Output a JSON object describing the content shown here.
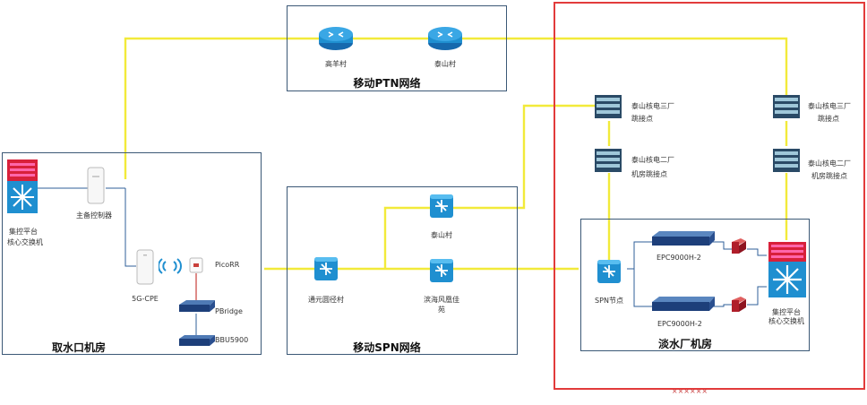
{
  "colors": {
    "link": "#f2ea3a",
    "frame": "#3b5876",
    "highlight": "#e23b3b",
    "device": "#1f8fd0",
    "red_device": "#d8203a",
    "fiber": "#c9403b"
  },
  "regions": {
    "ptn": {
      "title": "移动PTN网络"
    },
    "qushui": {
      "title": "取水口机房"
    },
    "spn": {
      "title": "移动SPN网络"
    },
    "danshui": {
      "title": "淡水厂机房"
    }
  },
  "nodes": {
    "router_gaoyang": {
      "label": "高羊村",
      "icon": "router-icon"
    },
    "router_taishan": {
      "label": "泰山村",
      "icon": "router-icon"
    },
    "core_switch_left": {
      "label_line1": "集控平台",
      "label_line2": "核心交换机",
      "icon": "core-switch-icon"
    },
    "main_controller": {
      "label": "主备控制器",
      "icon": "controller-icon"
    },
    "cpe": {
      "label": "5G-CPE",
      "icon": "cpe-icon"
    },
    "picorr": {
      "label": "PicoRR",
      "icon": "picorr-icon"
    },
    "pbridge": {
      "label": "PBridge",
      "icon": "pbridge-icon"
    },
    "bbu": {
      "label": "BBU5900",
      "icon": "bbu-icon"
    },
    "spn_tongyuan": {
      "label": "通元圆径村",
      "icon": "spn-switch-icon"
    },
    "spn_taishan": {
      "label": "泰山村",
      "icon": "spn-switch-icon"
    },
    "spn_binhai": {
      "label_line1": "滨海风凰佳",
      "label_line2": "苑",
      "icon": "spn-switch-icon"
    },
    "odf_1": {
      "label_line1": "泰山核电三厂",
      "label_line2": "跳接点",
      "icon": "odf-icon"
    },
    "odf_2": {
      "label_line1": "泰山核电二厂",
      "label_line2": "机房跳接点",
      "icon": "odf-icon"
    },
    "odf_3": {
      "label_line1": "泰山核电三厂",
      "label_line2": "跳接点",
      "icon": "odf-icon"
    },
    "odf_4": {
      "label_line1": "泰山核电二厂",
      "label_line2": "机房跳接点",
      "icon": "odf-icon"
    },
    "spn_node": {
      "label": "SPN节点",
      "icon": "spn-switch-icon"
    },
    "epc_top": {
      "label": "EPC9000H-2",
      "icon": "epc-icon"
    },
    "epc_bottom": {
      "label": "EPC9000H-2",
      "icon": "epc-icon"
    },
    "core_switch_right": {
      "label_line1": "集控平台",
      "label_line2": "核心交换机",
      "icon": "core-switch-icon"
    }
  },
  "footer_note": "××××××"
}
